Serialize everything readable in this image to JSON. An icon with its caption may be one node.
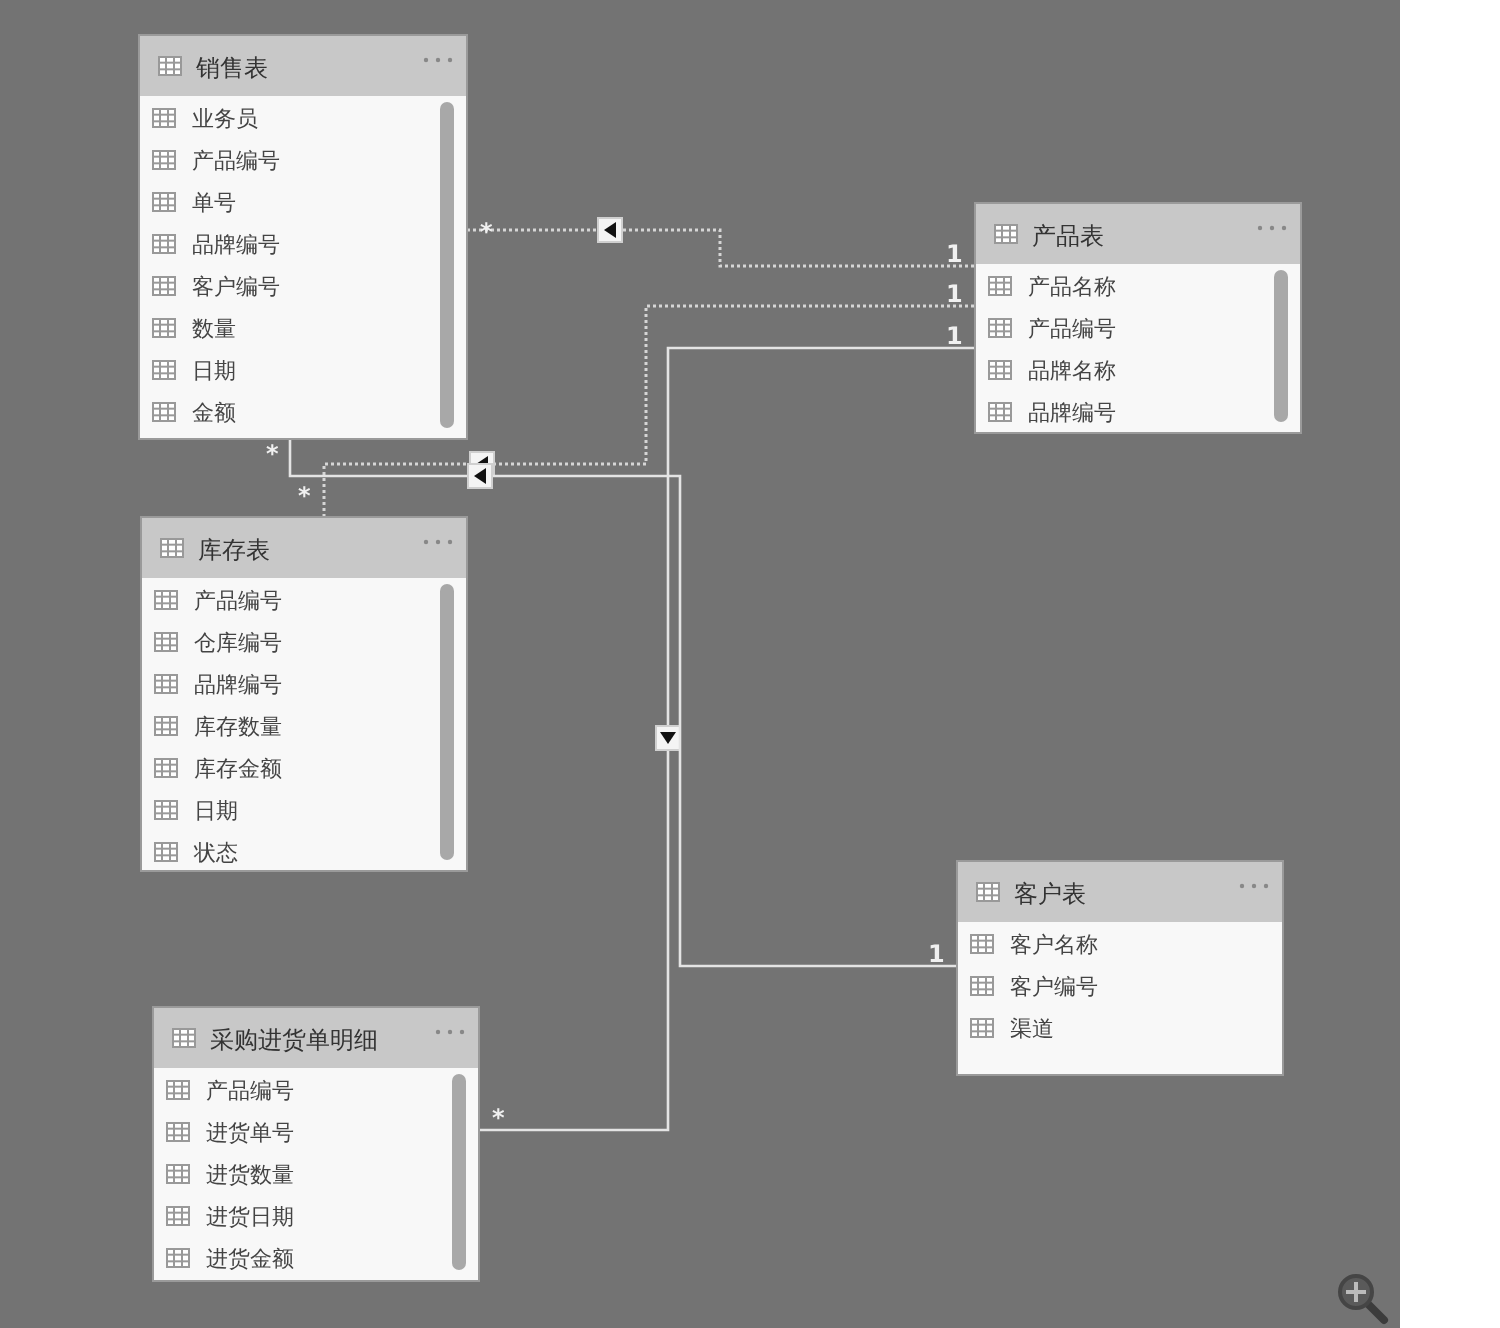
{
  "diagram": {
    "nodes": [
      {
        "text": [
          "销售表",
          "业务员",
          "产品编号",
          "单号",
          "品牌编号",
          "客户编号",
          "数量",
          "日期",
          "金额"
        ],
        "beside": [
          "*",
          "*"
        ]
      },
      {
        "text": [
          "产品表",
          "产品名称",
          "产品编号",
          "品牌名称",
          "品牌编号"
        ],
        "beside": [
          "1",
          "1",
          "1"
        ]
      },
      {
        "text": [
          "库存表",
          "产品编号",
          "仓库编号",
          "品牌编号",
          "库存数量",
          "库存金额",
          "日期",
          "状态"
        ],
        "beside": [
          "*"
        ]
      },
      {
        "text": [
          "客户表",
          "客户名称",
          "客户编号",
          "渠道"
        ],
        "beside": [
          "1"
        ]
      },
      {
        "text": [
          "采购进货单明细",
          "产品编号",
          "进货单号",
          "进货数量",
          "进货日期",
          "进货金额"
        ],
        "beside": [
          "*"
        ]
      }
    ],
    "edges": [
      {
        "from": 1,
        "to": 0,
        "arrow": "to",
        "style": "dashed"
      },
      {
        "from": 1,
        "to": 2,
        "arrow": "to",
        "style": "dashed"
      },
      {
        "from": 1,
        "to": 4,
        "arrow": "to"
      },
      {
        "from": 3,
        "to": 0,
        "arrow": "to"
      }
    ]
  }
}
